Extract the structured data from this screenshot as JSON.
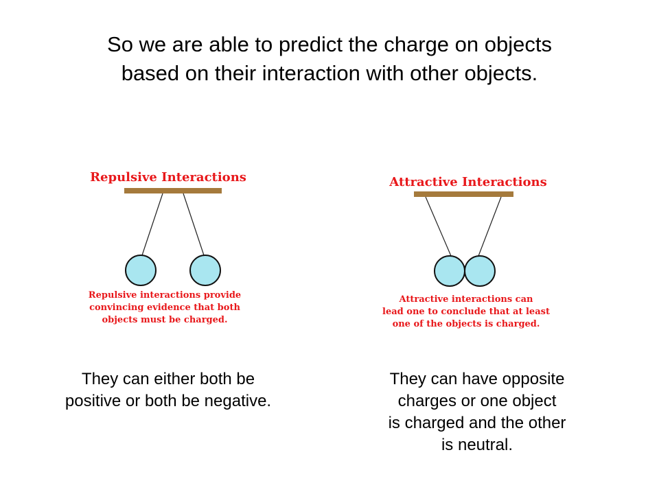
{
  "title": {
    "line1": "So we are able to predict the charge on objects",
    "line2": "based on their interaction with other objects."
  },
  "repulsive": {
    "heading": "Repulsive Interactions",
    "caption_line1": "Repulsive interactions provide",
    "caption_line2": "convincing evidence that both",
    "caption_line3": "objects must be charged."
  },
  "attractive": {
    "heading": "Attractive Interactions",
    "caption_line1": "Attractive interactions can",
    "caption_line2": "lead one to conclude that at least",
    "caption_line3": "one of the objects is charged."
  },
  "left_text": {
    "line1": "They can either both be",
    "line2": "positive or both be negative."
  },
  "right_text": {
    "line1": "They can have opposite",
    "line2": "charges or one object",
    "line3": "is charged and the other",
    "line4": "is neutral."
  },
  "colors": {
    "heading_red": "#e8181b",
    "bar_brown": "#a57a3c",
    "ball_fill": "#a9e6f0",
    "thread": "#222222"
  }
}
